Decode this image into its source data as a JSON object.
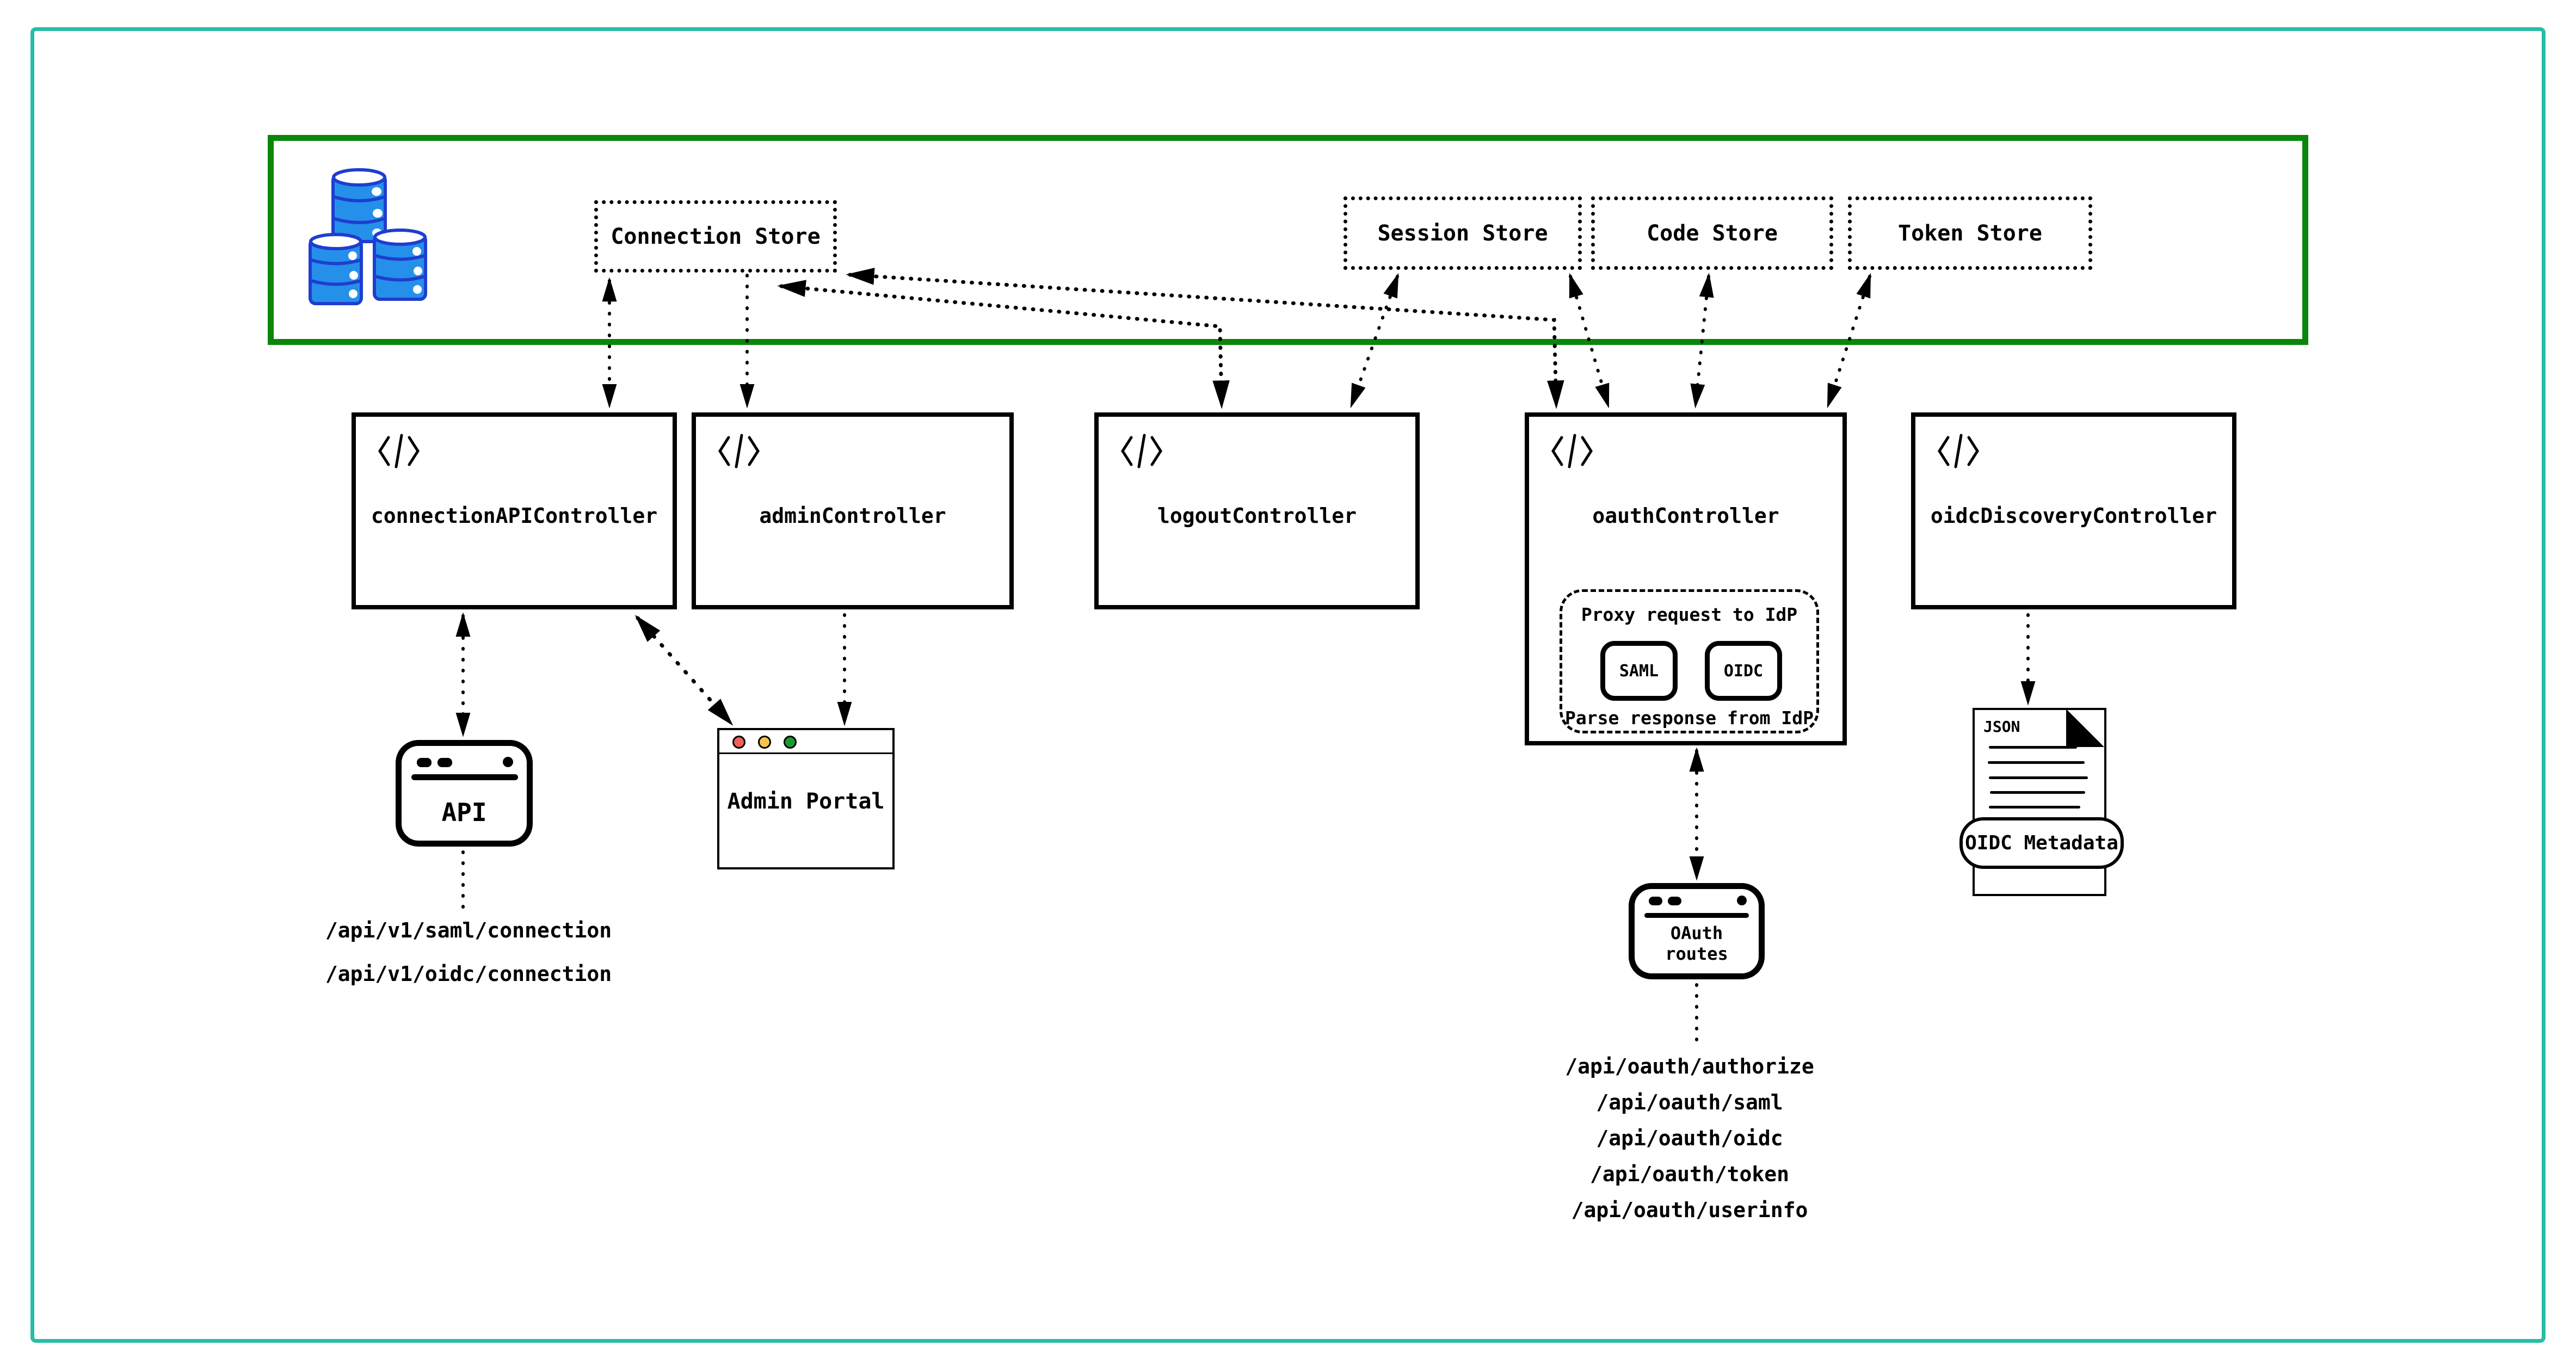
{
  "title": "SSO service architecture diagram",
  "data_layer": {
    "stores": [
      {
        "label": "Connection Store"
      },
      {
        "label": "Session Store"
      },
      {
        "label": "Code Store"
      },
      {
        "label": "Token Store"
      }
    ],
    "database_icon": "database-stack-icon"
  },
  "controllers": [
    {
      "label": "connectionAPIController",
      "icon": "code-icon"
    },
    {
      "label": "adminController",
      "icon": "code-icon"
    },
    {
      "label": "logoutController",
      "icon": "code-icon"
    },
    {
      "label": "oauthController",
      "icon": "code-icon",
      "proxy": {
        "top_text": "Proxy request to IdP",
        "saml_label": "SAML",
        "oidc_label": "OIDC",
        "bottom_text": "Parse response from IdP"
      }
    },
    {
      "label": "oidcDiscoveryController",
      "icon": "code-icon"
    }
  ],
  "clients": {
    "api_window": {
      "label": "API",
      "icon": "browser-window-icon"
    },
    "admin_portal": {
      "label": "Admin Portal",
      "icon": "browser-window-icon"
    },
    "oauth_window": {
      "label": "OAuth routes",
      "icon": "browser-window-icon"
    },
    "oidc_doc": {
      "badge": "JSON",
      "banner": "OIDC Metadata",
      "icon": "json-document-icon"
    }
  },
  "routes": {
    "api": [
      "/api/v1/saml/connection",
      "/api/v1/oidc/connection"
    ],
    "oauth": [
      "/api/oauth/authorize",
      "/api/oauth/saml",
      "/api/oauth/oidc",
      "/api/oauth/token",
      "/api/oauth/userinfo"
    ]
  },
  "icons": {
    "code_glyph": "</>",
    "database": "three blue barrels"
  },
  "colors": {
    "outer_frame_teal": "#28bda6",
    "data_layer_green": "#0a870a",
    "db_fill_blue": "#2590e9",
    "db_stroke_blue": "#1e3ed0",
    "traffic_red": "#f1605a",
    "traffic_yellow": "#f6c44f",
    "traffic_green": "#199a31",
    "line_black": "#000000"
  }
}
